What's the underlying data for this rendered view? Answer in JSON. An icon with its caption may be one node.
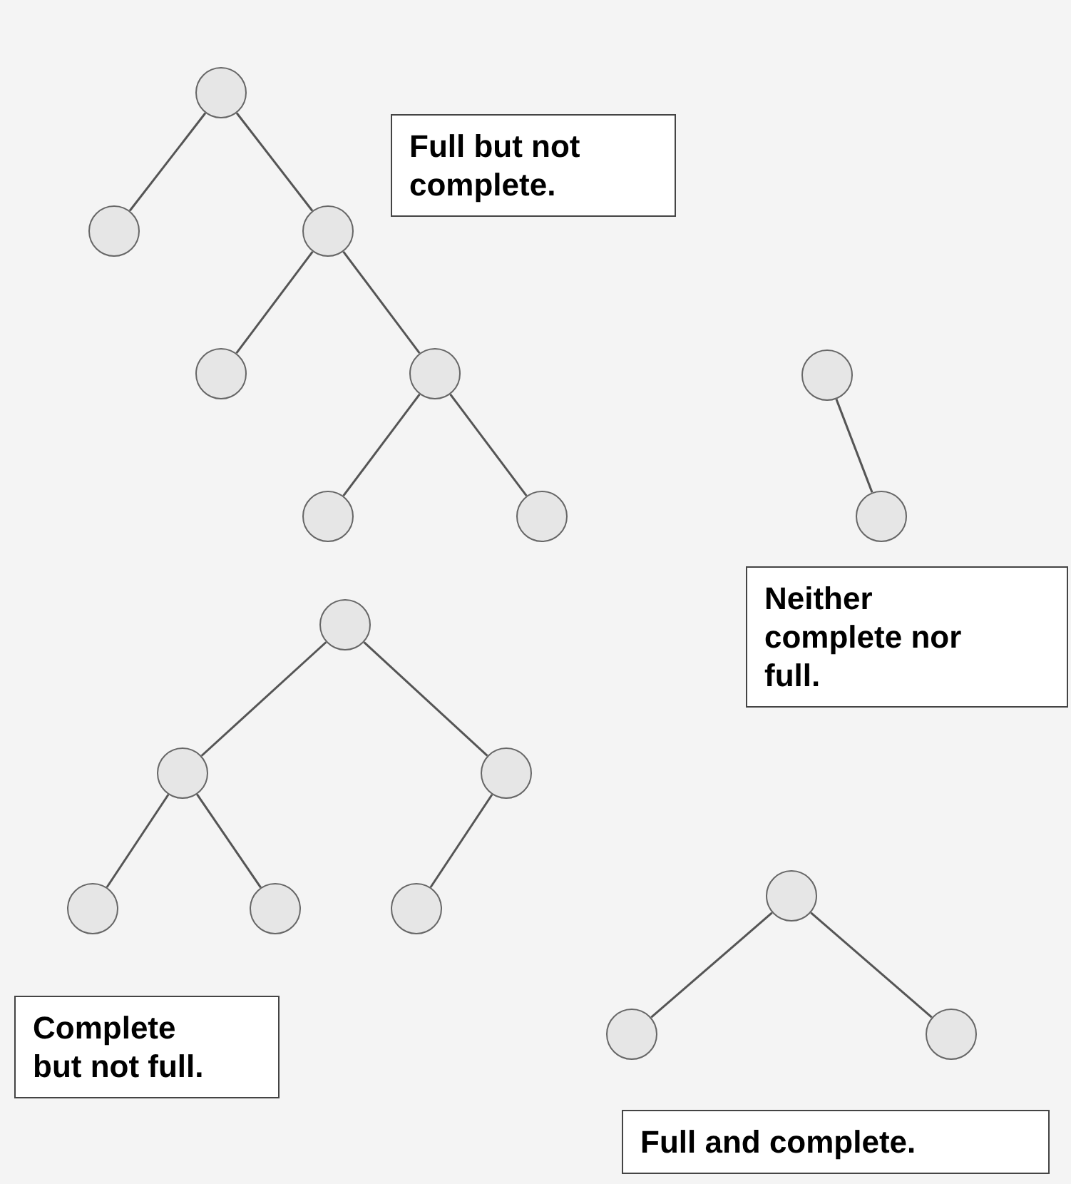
{
  "diagram": {
    "nodes": [
      {
        "text": [],
        "shape": "circle"
      },
      {
        "text": [],
        "shape": "circle"
      },
      {
        "text": [],
        "shape": "circle"
      },
      {
        "text": [],
        "shape": "circle"
      },
      {
        "text": [],
        "shape": "circle"
      },
      {
        "text": [],
        "shape": "circle"
      },
      {
        "text": [],
        "shape": "circle"
      },
      {
        "text": [
          "Full but not complete."
        ]
      },
      {
        "text": [],
        "shape": "circle"
      },
      {
        "text": [],
        "shape": "circle"
      },
      {
        "text": [
          "Neither complete nor full."
        ]
      },
      {
        "text": [],
        "shape": "circle"
      },
      {
        "text": [],
        "shape": "circle"
      },
      {
        "text": [],
        "shape": "circle"
      },
      {
        "text": [],
        "shape": "circle"
      },
      {
        "text": [],
        "shape": "circle"
      },
      {
        "text": [],
        "shape": "circle"
      },
      {
        "text": [
          "Complete but not full."
        ]
      },
      {
        "text": [],
        "shape": "circle"
      },
      {
        "text": [],
        "shape": "circle"
      },
      {
        "text": [],
        "shape": "circle"
      },
      {
        "text": [
          "Full and complete."
        ]
      }
    ],
    "edges": [
      {
        "from": 0,
        "to": 1,
        "arrow": "none"
      },
      {
        "from": 0,
        "to": 2,
        "arrow": "none"
      },
      {
        "from": 2,
        "to": 3,
        "arrow": "none"
      },
      {
        "from": 2,
        "to": 4,
        "arrow": "none"
      },
      {
        "from": 4,
        "to": 5,
        "arrow": "none"
      },
      {
        "from": 4,
        "to": 6,
        "arrow": "none"
      },
      {
        "from": 8,
        "to": 9,
        "arrow": "none"
      },
      {
        "from": 11,
        "to": 12,
        "arrow": "none"
      },
      {
        "from": 11,
        "to": 13,
        "arrow": "none"
      },
      {
        "from": 12,
        "to": 14,
        "arrow": "none"
      },
      {
        "from": 12,
        "to": 15,
        "arrow": "none"
      },
      {
        "from": 13,
        "to": 16,
        "arrow": "none"
      },
      {
        "from": 18,
        "to": 19,
        "arrow": "none"
      },
      {
        "from": 18,
        "to": 20,
        "arrow": "none"
      }
    ]
  }
}
